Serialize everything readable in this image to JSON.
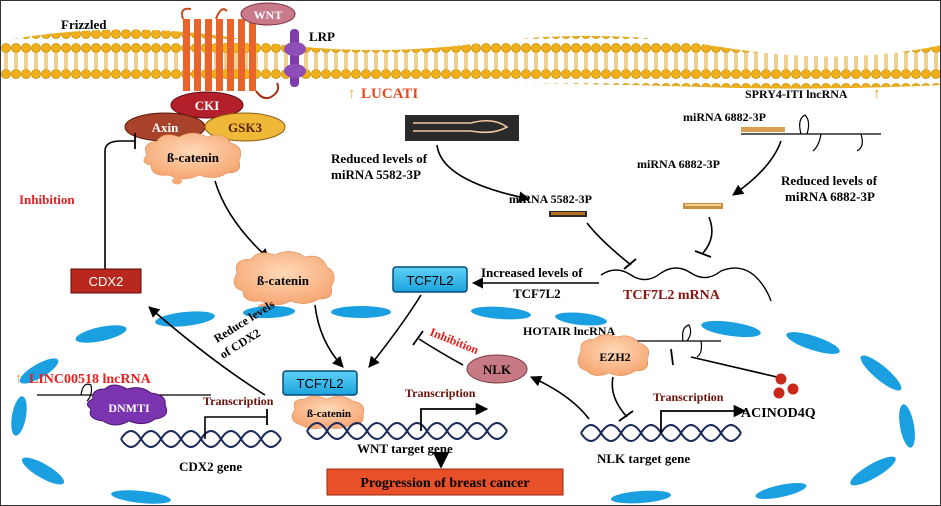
{
  "membrane": {
    "frizzled": "Frizzled",
    "wnt": "WNT",
    "lrp": "LRP"
  },
  "complex": {
    "cki": "CKI",
    "axin": "Axin",
    "gsk3": "GSK3",
    "beta_catenin": "ß-catenin"
  },
  "cytoplasm": {
    "beta_catenin": "ß-catenin",
    "cdx2": "CDX2",
    "inhibition": "Inhibition",
    "tcf7l2": "TCF7L2",
    "increased_line1": "Increased levels of",
    "increased_line2": "TCF7L2",
    "tcf7l2_mrna": "TCF7L2 mRNA"
  },
  "lncrna": {
    "lucati_arrow": "↑",
    "lucati": "LUCATI",
    "reduced_5582_line1": "Reduced levels of",
    "reduced_5582_line2": "miRNA 5582-3P",
    "mirna_5582": "miRNA 5582-3P",
    "spry4_label": "SPRY4-ITI lncRNA",
    "spry4_arrow": "↑",
    "mirna_6882_a": "miRNA 6882-3P",
    "mirna_6882_b": "miRNA 6882-3P",
    "reduced_6882_line1": "Reduced levels of",
    "reduced_6882_line2": "miRNA 6882-3P"
  },
  "nucleus": {
    "reduce_cdx2_line1": "Reduce levels",
    "reduce_cdx2_line2": "of CDX2",
    "linc_arrow": "↑",
    "linc": "LINC00518 lncRNA",
    "dnmti": "DNMTI",
    "transcription_cdx2": "Transcription",
    "cdx2_gene": "CDX2 gene",
    "tcf7l2": "TCF7L2",
    "beta_catenin": "ß-catenin",
    "transcription_wnt": "Transcription",
    "wnt_target": "WNT target gene",
    "inhibition": "Inhibition",
    "nlk": "NLK",
    "hotair": "HOTAIR lncRNA",
    "ezh2": "EZH2",
    "transcription_nlk": "Transcription",
    "acinod": "ACINOD4Q",
    "nlk_target": "NLK target gene",
    "progression": "Progression of breast cancer"
  }
}
